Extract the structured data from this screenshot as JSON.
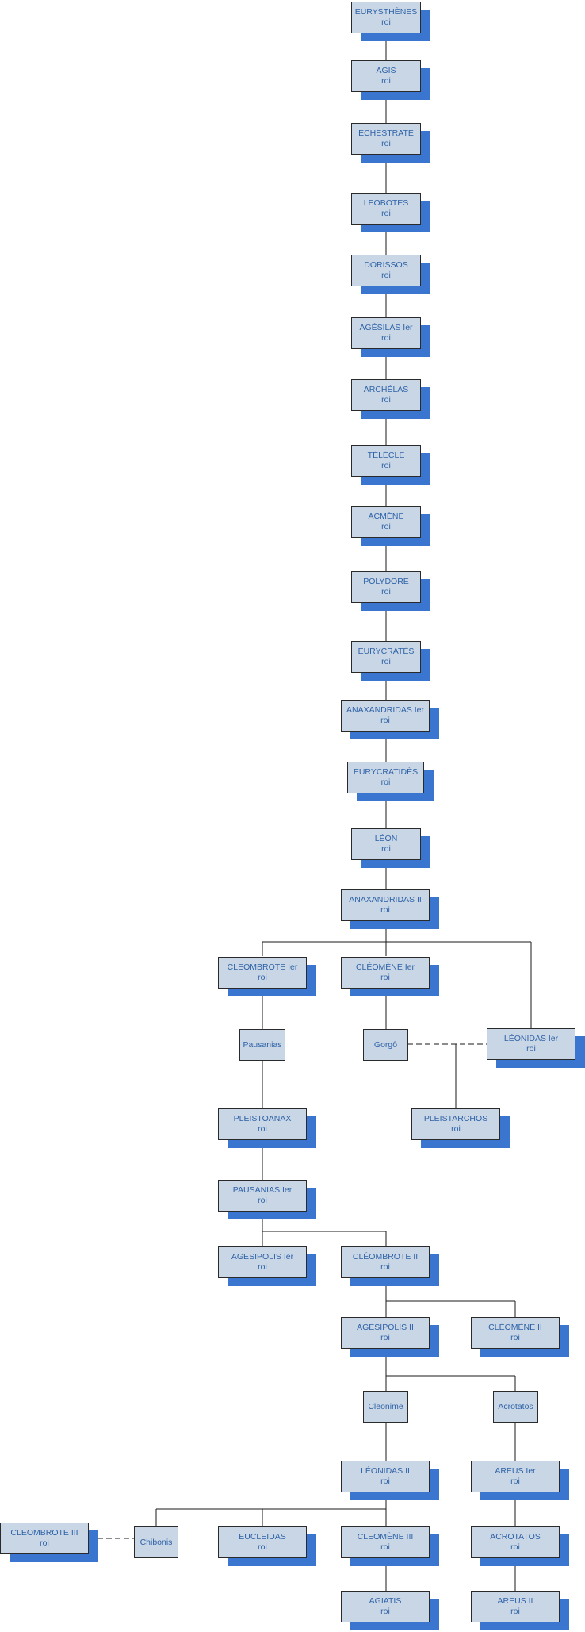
{
  "colors": {
    "box_fill": "#c9d6e5",
    "box_shadow": "#3a76cf",
    "text": "#2e63a8",
    "line": "#1a1a1a"
  },
  "nodes": {
    "eurysthenes": {
      "name": "EURYSTHÈNES",
      "title": "roi"
    },
    "agis": {
      "name": "AGIS",
      "title": "roi"
    },
    "echestrate": {
      "name": "ECHESTRATE",
      "title": "roi"
    },
    "leobotes": {
      "name": "LEOBOTES",
      "title": "roi"
    },
    "dorissos": {
      "name": "DORISSOS",
      "title": "roi"
    },
    "agesilas1": {
      "name": "AGÉSILAS Ier",
      "title": "roi"
    },
    "archelas": {
      "name": "ARCHÉLAS",
      "title": "roi"
    },
    "telecle": {
      "name": "TÉLÉCLE",
      "title": "roi"
    },
    "acmene": {
      "name": "ACMÈNE",
      "title": "roi"
    },
    "polydore": {
      "name": "POLYDORE",
      "title": "roi"
    },
    "eurycrates": {
      "name": "EURYCRATÈS",
      "title": "roi"
    },
    "anaxandridas1": {
      "name": "ANAXANDRIDAS Ier",
      "title": "roi"
    },
    "eurycratides": {
      "name": "EURYCRATIDÈS",
      "title": "roi"
    },
    "leon": {
      "name": "LÉON",
      "title": "roi"
    },
    "anaxandridas2": {
      "name": "ANAXANDRIDAS II",
      "title": "roi"
    },
    "cleombrote1": {
      "name": "CLEOMBROTE Ier",
      "title": "roi"
    },
    "cleomene1": {
      "name": "CLÉOMÈNE Ier",
      "title": "roi"
    },
    "pausanias": {
      "name": "Pausanias",
      "title": ""
    },
    "gorgo": {
      "name": "Gorgô",
      "title": ""
    },
    "leonidas1": {
      "name": "LÉONIDAS Ier",
      "title": "roi"
    },
    "pleistoanax": {
      "name": "PLEISTOANAX",
      "title": "roi"
    },
    "pleistarchos": {
      "name": "PLEISTARCHOS",
      "title": "roi"
    },
    "pausanias1": {
      "name": "PAUSANIAS Ier",
      "title": "roi"
    },
    "agesipolis1": {
      "name": "AGESIPOLIS Ier",
      "title": "roi"
    },
    "cleombrote2": {
      "name": "CLÉOMBROTE II",
      "title": "roi"
    },
    "agesipolis2": {
      "name": "AGESIPOLIS II",
      "title": "roi"
    },
    "cleomene2": {
      "name": "CLÉOMÈNE II",
      "title": "roi"
    },
    "cleonime": {
      "name": "Cleonime",
      "title": ""
    },
    "acrotatos_p": {
      "name": "Acrotatos",
      "title": ""
    },
    "leonidas2": {
      "name": "LÉONIDAS II",
      "title": "roi"
    },
    "areus1": {
      "name": "AREUS Ier",
      "title": "roi"
    },
    "cleombrote3": {
      "name": "CLEOMBROTE III",
      "title": "roi"
    },
    "chibonis": {
      "name": "Chibonis",
      "title": ""
    },
    "eucleidas": {
      "name": "EUCLEIDAS",
      "title": "roi"
    },
    "cleomene3": {
      "name": "CLEOMÈNE III",
      "title": "roi"
    },
    "acrotatos": {
      "name": "ACROTATOS",
      "title": "roi"
    },
    "agiatis": {
      "name": "AGIATIS",
      "title": "roi"
    },
    "areus2": {
      "name": "AREUS II",
      "title": "roi"
    }
  }
}
